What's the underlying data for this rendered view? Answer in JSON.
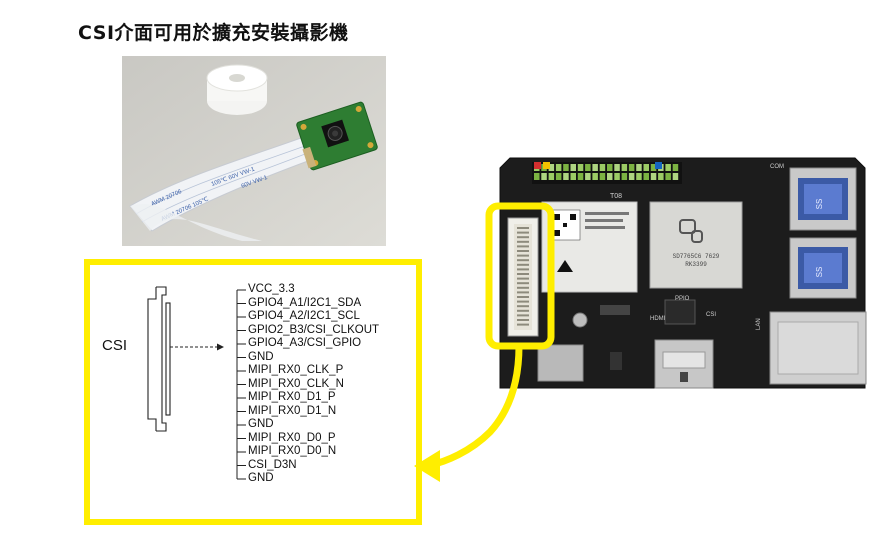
{
  "title": "CSI介面可用於擴充安裝攝影機",
  "camera_photo": {
    "cable_print": [
      "AWM 20706",
      "105℃ 60V VW-1",
      "AWM 20706 105℃",
      "60V VW-1"
    ]
  },
  "pinout": {
    "connector_label": "CSI",
    "pins": [
      "VCC_3.3",
      "GPIO4_A1/I2C1_SDA",
      "GPIO4_A2/I2C1_SCL",
      "GPIO2_B3/CSI_CLKOUT",
      "GPIO4_A3/CSI_GPIO",
      "GND",
      "MIPI_RX0_CLK_P",
      "MIPI_RX0_CLK_N",
      "MIPI_RX0_D1_P",
      "MIPI_RX0_D1_N",
      "GND",
      "MIPI_RX0_D0_P",
      "MIPI_RX0_D0_N",
      "CSI_D3N",
      "GND"
    ]
  },
  "board": {
    "chip_text": [
      "SD7765C6 7629",
      "RK3399"
    ],
    "silk_labels": [
      "HDMI",
      "PPIO",
      "LAN",
      "CSI",
      "COM",
      "T08"
    ],
    "usb_text": "SS"
  },
  "colors": {
    "highlight": "#ffee00",
    "board": "#1a1a1a",
    "pcb_green": "#2e7d32"
  }
}
